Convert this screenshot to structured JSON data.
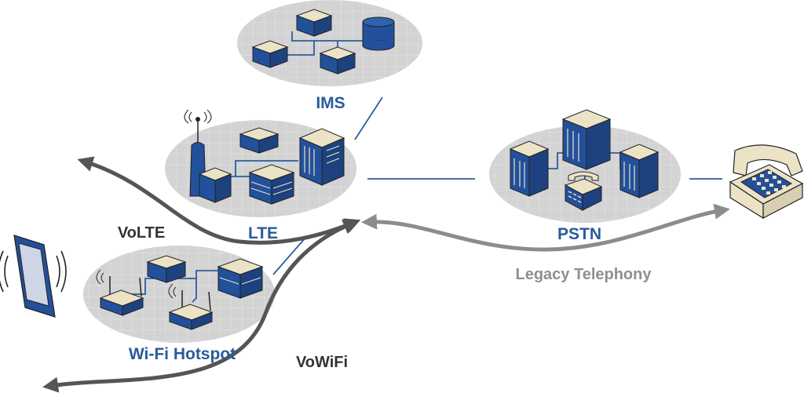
{
  "labels": {
    "ims": "IMS",
    "lte": "LTE",
    "pstn": "PSTN",
    "wifi_hotspot": "Wi-Fi Hotspot",
    "volte": "VoLTE",
    "vowifi": "VoWiFi",
    "legacy_telephony": "Legacy Telephony"
  },
  "colors": {
    "equipment_blue": "#23509a",
    "equipment_top": "#ece3c7",
    "cloud_gray": "#d3d3d3",
    "link_blue": "#2d5d9c",
    "arrow_dark": "#555555",
    "arrow_gray": "#8c8c8c",
    "label_blue": "#2a5b9a",
    "label_gray": "#8f8f8f"
  }
}
